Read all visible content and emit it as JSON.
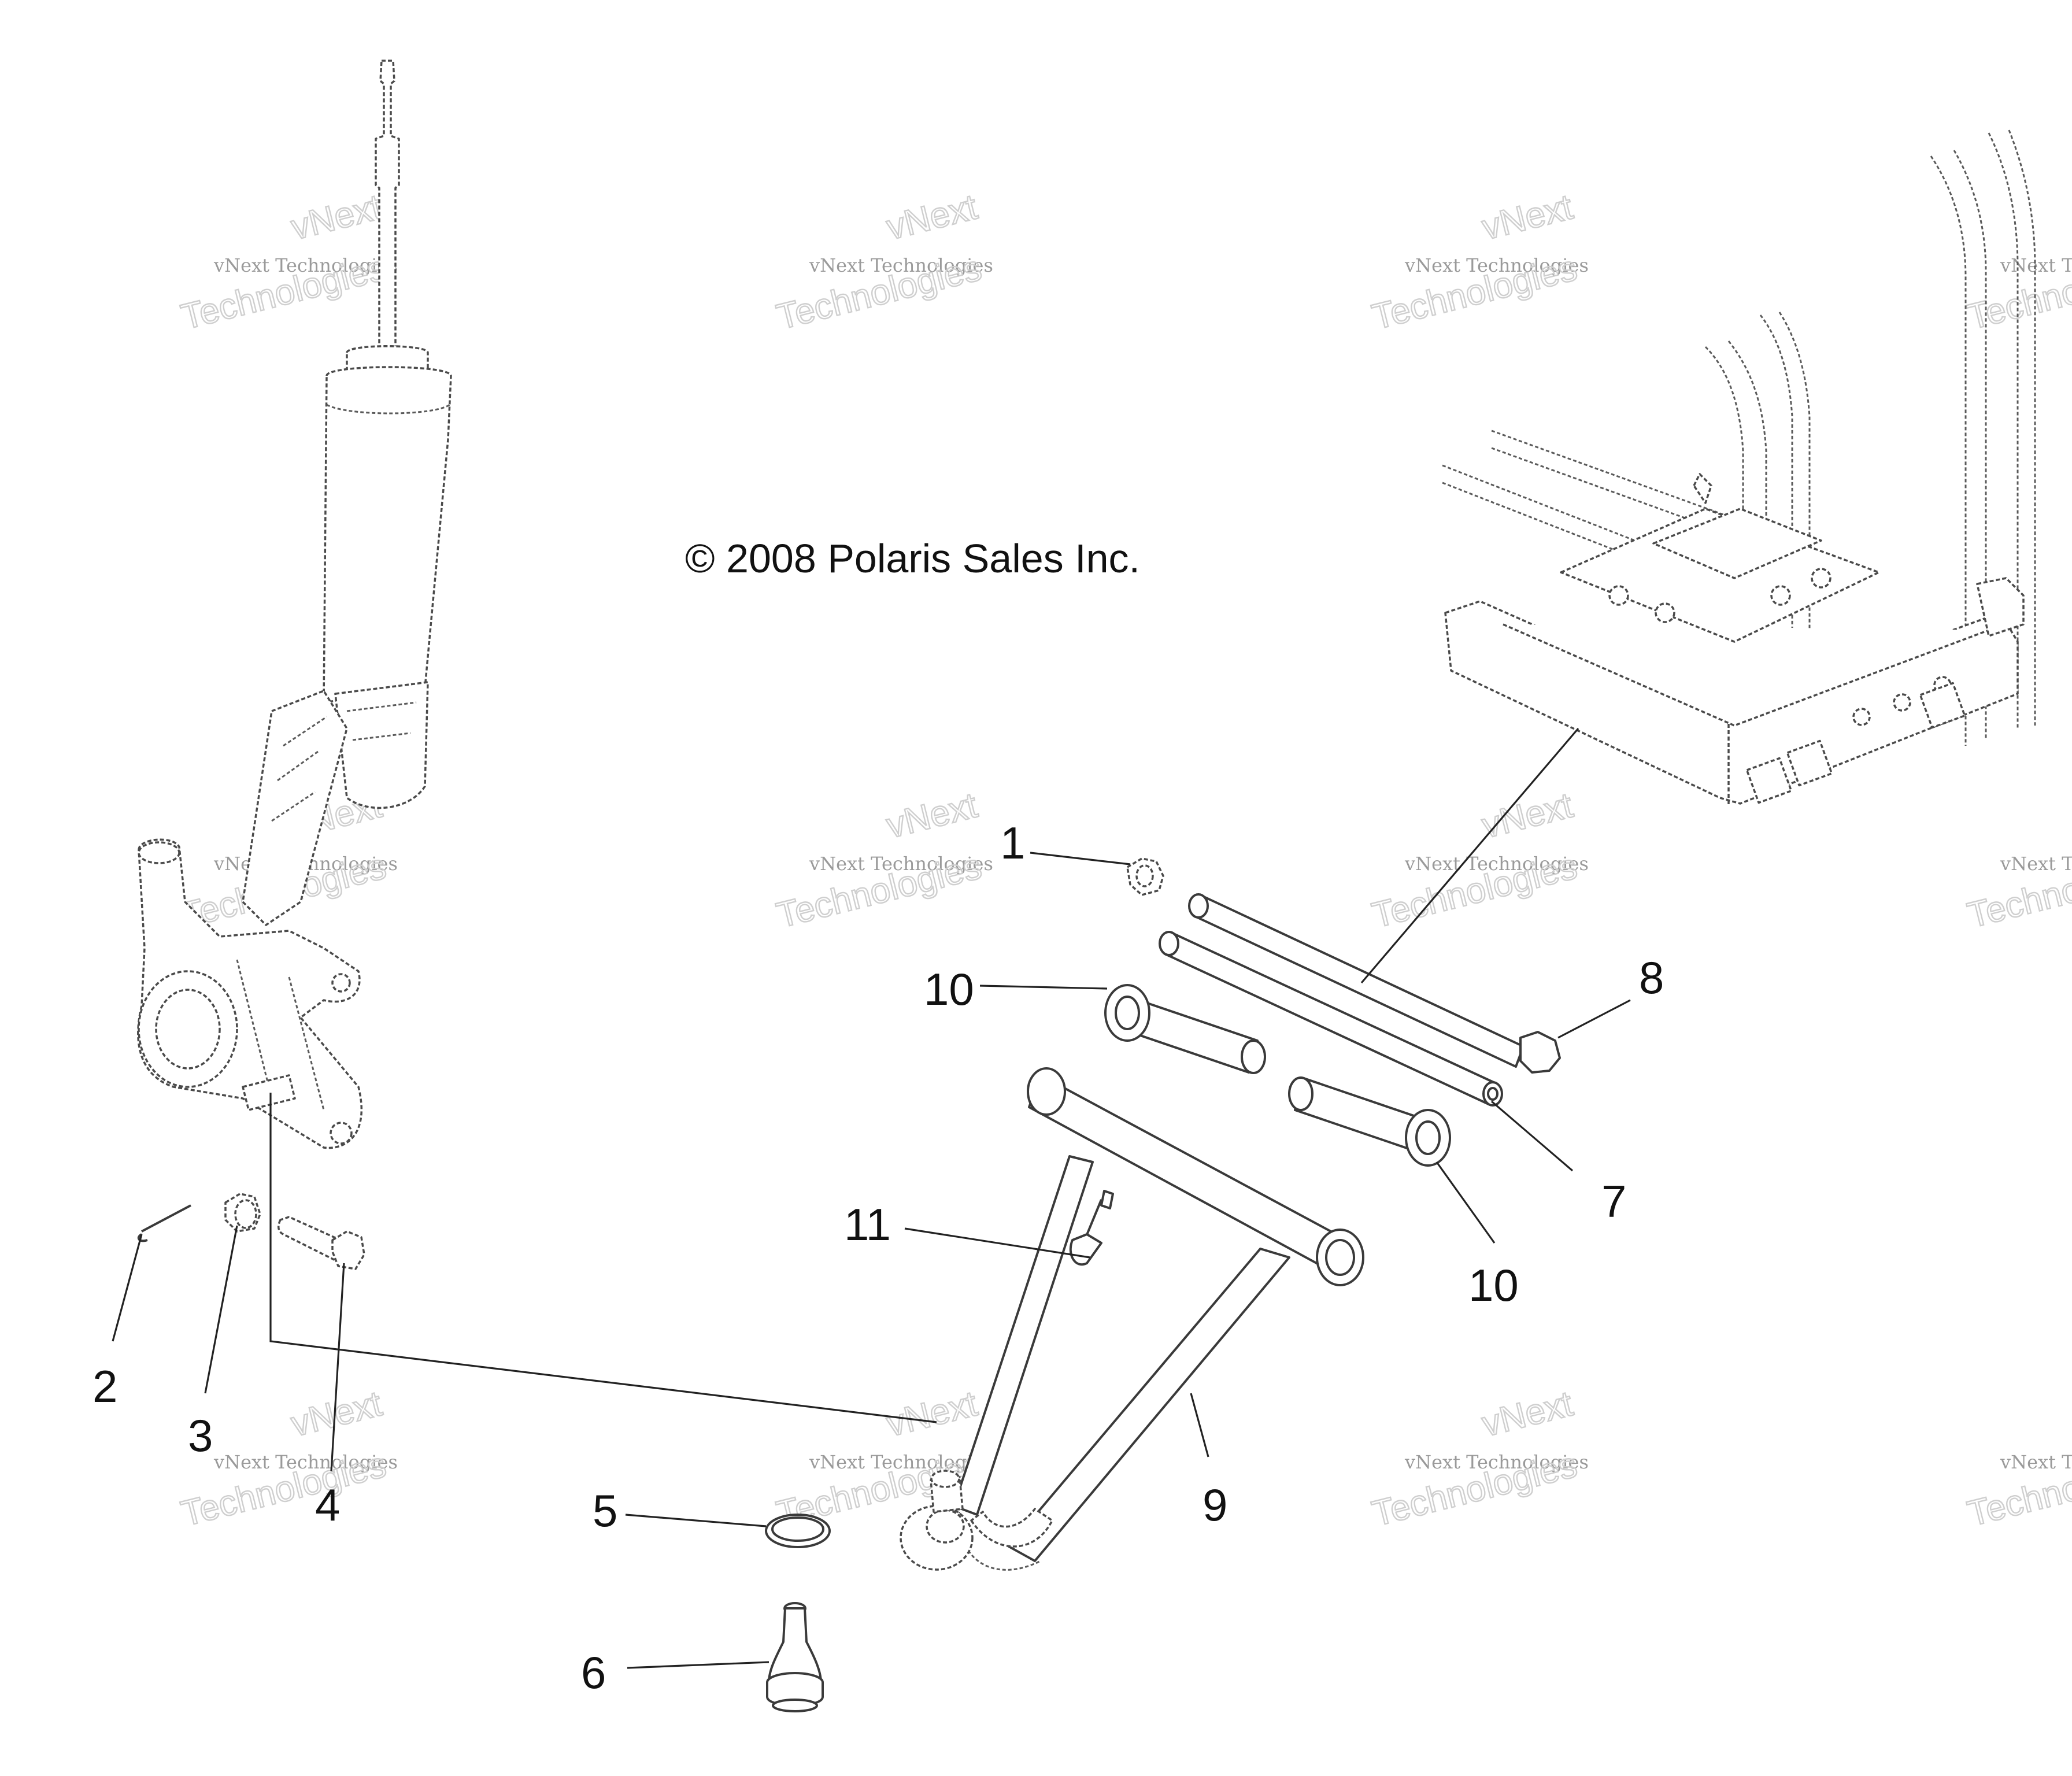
{
  "copyright": "© 2008 Polaris Sales Inc.",
  "watermark": {
    "line_top": "vNext",
    "line_mid": "vNext Technologies",
    "line_big": "Technologies"
  },
  "callouts": {
    "c1": "1",
    "c2": "2",
    "c3": "3",
    "c4": "4",
    "c5": "5",
    "c6": "6",
    "c7": "7",
    "c8": "8",
    "c9": "9",
    "c10a": "10",
    "c10b": "10",
    "c11": "11"
  }
}
